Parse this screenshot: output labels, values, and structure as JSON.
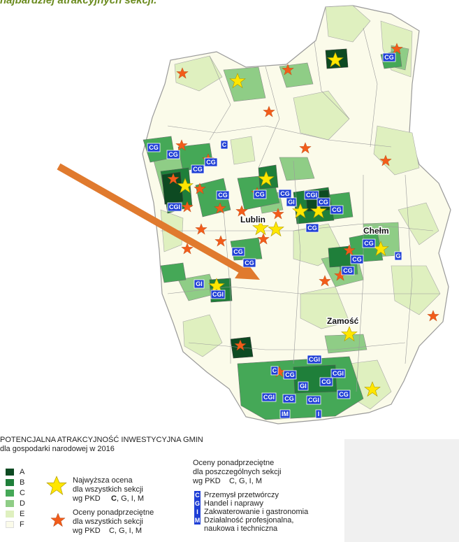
{
  "header": {
    "text": "najbardziej atrakcyjnych sekcji."
  },
  "cities": {
    "lublin": "Lublin",
    "chelm": "Chełm",
    "zamosc": "Zamość"
  },
  "badges": {
    "cg": "CG",
    "cgi": "CGI",
    "gi": "GI",
    "c": "C",
    "g": "G",
    "i": "I",
    "im": "IM"
  },
  "legend": {
    "title_line1": "POTENCJALNA ATRAKCYJNOŚĆ INWESTYCYJNA GMIN",
    "title_line2": "dla gospodarki narodowej w 2016",
    "classes": [
      {
        "label": "A",
        "color": "#0d4a22"
      },
      {
        "label": "B",
        "color": "#1f7f3a"
      },
      {
        "label": "C",
        "color": "#45a857"
      },
      {
        "label": "D",
        "color": "#8fcd86"
      },
      {
        "label": "E",
        "color": "#dff0bf"
      },
      {
        "label": "F",
        "color": "#fbfbea"
      }
    ],
    "star_top": {
      "line1": "Najwyższa ocena",
      "line2": "dla wszystkich sekcji",
      "line3_prefix": "wg PKD",
      "line3_bold": "C",
      "line3_rest": ", G, I, M"
    },
    "star_bottom": {
      "line1": "Oceny ponadprzeciętne",
      "line2": "dla wszystkich sekcji",
      "line3": "wg PKD    C, G, I, M"
    },
    "right_header": {
      "line1": "Oceny ponadprzeciętne",
      "line2": "dla poszczególnych sekcji",
      "line3": "wg PKD    C, G, I, M"
    },
    "pkd": [
      {
        "code": "C",
        "label": "Przemysł przetwórczy"
      },
      {
        "code": "G",
        "label": "Handel i naprawy"
      },
      {
        "code": "I",
        "label": "Zakwaterowanie i gastronomia"
      },
      {
        "code": "M",
        "label": "Działalność profesjonalna,"
      }
    ],
    "pkd_extra": "naukowa i techniczna"
  },
  "colors": {
    "star_yellow": "#ffe600",
    "star_orange": "#f25c1a",
    "badge_blue": "#1f3fd6",
    "arrow": "#e07a2e"
  }
}
